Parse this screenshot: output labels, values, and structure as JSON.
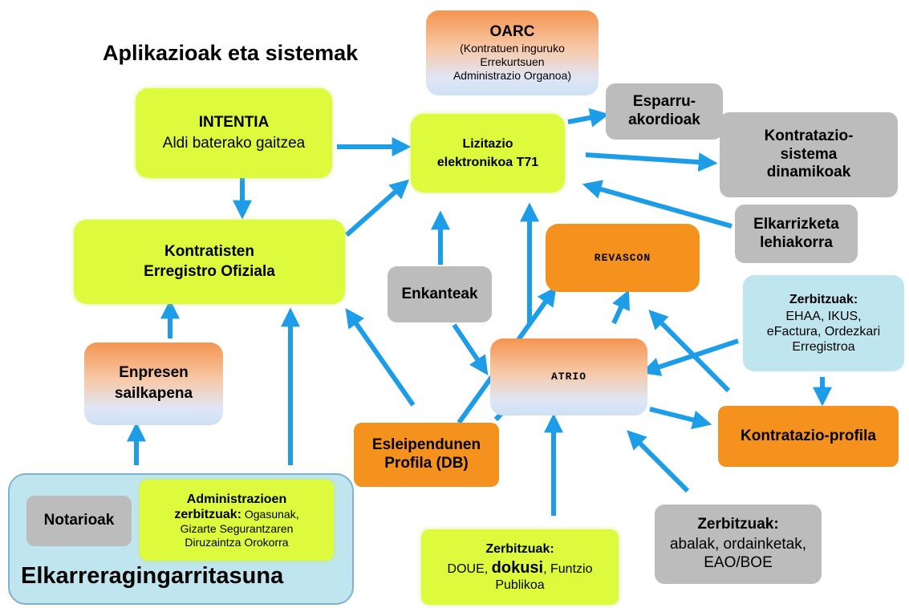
{
  "title": "Aplikazioak eta sistemak",
  "colors": {
    "arrow": "#1d9ce8",
    "green_box": "#ddfb3c",
    "gray_box": "#bcbcbc",
    "orange_box": "#f5921e",
    "blue_box": "#bfe6ee"
  },
  "nodes": {
    "oarc": {
      "title": "OARC",
      "line1": "(Kontratuen inguruko",
      "line2": "Errekurtsuen",
      "line3": "Administrazio Organoa)"
    },
    "intentia": {
      "title": "INTENTIA",
      "subtitle": "Aldi baterako gaitzea"
    },
    "lizitazio": {
      "line1": "Lizitazio",
      "line2": "elektronikoa T71"
    },
    "esparru": {
      "line1": "Esparru-",
      "line2": "akordioak"
    },
    "kontratazio_sistema": {
      "line1": "Kontratazio-",
      "line2": "sistema",
      "line3": "dinamikoak"
    },
    "elkarrizketa": {
      "line1": "Elkarrizketa",
      "line2": "lehiakorra"
    },
    "kontratisten": {
      "line1": "Kontratisten",
      "line2": "Erregistro Ofiziala"
    },
    "revascon": {
      "label": "REVASCON"
    },
    "enkanteak": {
      "label": "Enkanteak"
    },
    "zerbitzuak_ehaa": {
      "title": "Zerbitzuak:",
      "line1": "EHAA, IKUS,",
      "line2": "eFactura, Ordezkari",
      "line3": "Erregistroa"
    },
    "atrio": {
      "label": "ATRIO"
    },
    "enpresen": {
      "line1": "Enpresen",
      "line2": "sailkapena"
    },
    "esleipendunen": {
      "line1": "Esleipendunen",
      "line2": "Profila (DB)"
    },
    "kontratazio_profila": {
      "label": "Kontratazio-profila"
    },
    "elkarreragingarritasuna": {
      "label": "Elkarreragingarritasuna",
      "notarioak": "Notarioak",
      "admin_title1": "Administrazioen",
      "admin_title2": "zerbitzuak:",
      "admin_text1": "Ogasunak,",
      "admin_text2": "Gizarte Segurantzaren",
      "admin_text3": "Diruzaintza Orokorra"
    },
    "zerbitzuak_doue": {
      "title": "Zerbitzuak:",
      "part1": "DOUE,",
      "dokusi": "dokusi",
      "part2": ", Funtzio",
      "line2": "Publikoa"
    },
    "zerbitzuak_abalak": {
      "title": "Zerbitzuak:",
      "line1": "abalak, ordainketak,",
      "line2": "EAO/BOE"
    }
  }
}
